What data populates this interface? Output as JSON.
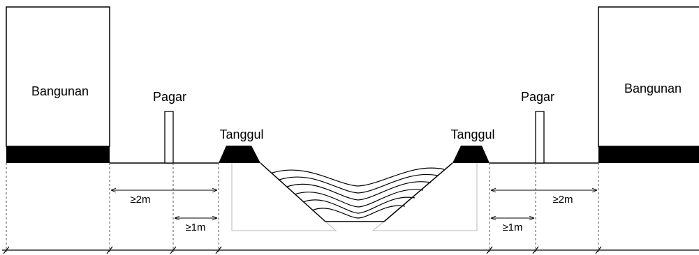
{
  "labels": {
    "building_left": "Bangunan",
    "building_right": "Bangunan",
    "fence_left": "Pagar",
    "fence_right": "Pagar",
    "levee_left": "Tanggul",
    "levee_right": "Tanggul"
  },
  "dimensions": {
    "left_building_to_levee": "≥2m",
    "left_fence_to_levee": "≥1m",
    "right_levee_to_building": "≥2m",
    "right_levee_to_fence": "≥1m"
  },
  "colors": {
    "line": "#000000",
    "foundation": "#000000",
    "channel_outline": "#c8c8c8"
  }
}
